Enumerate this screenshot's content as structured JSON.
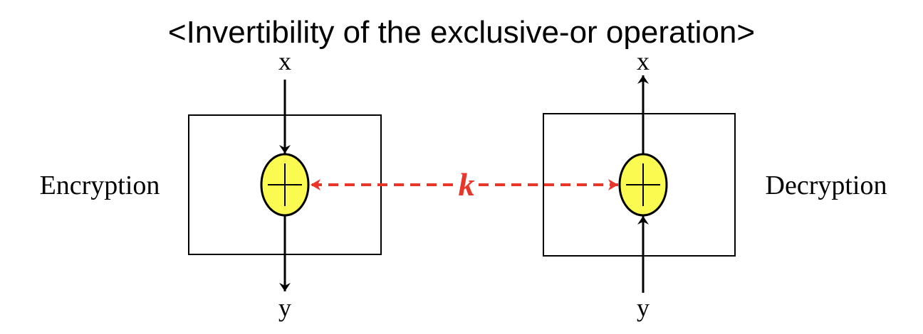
{
  "title": "<Invertibility of the exclusive-or operation>",
  "encryption": {
    "label": "Encryption",
    "input": "x",
    "output": "y"
  },
  "decryption": {
    "label": "Decryption",
    "input": "y",
    "output": "x"
  },
  "key": {
    "label": "k"
  },
  "colors": {
    "xor_fill": "#fafa50",
    "key": "#e8362a",
    "line": "#000000"
  }
}
